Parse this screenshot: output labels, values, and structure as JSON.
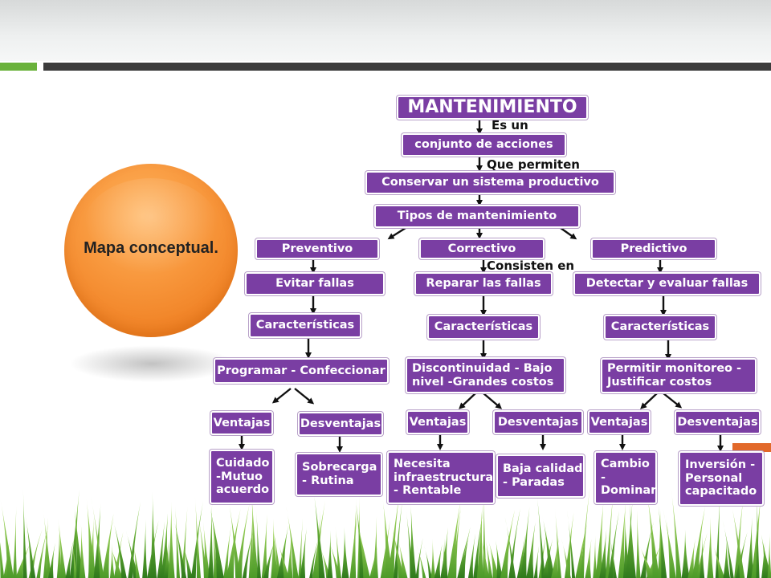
{
  "slide": {
    "side_title": "Mapa conceptual.",
    "colors": {
      "node_fill": "#7a3ea3",
      "accent_green": "#6ab23c",
      "accent_orange": "#e2692a",
      "circle": "#f7953a"
    }
  },
  "map": {
    "root": "MANTENIMIENTO",
    "link1": "Es  un",
    "n_conjunto": "conjunto de acciones",
    "link2": "Que  permiten",
    "n_conservar": "Conservar un sistema productivo",
    "n_tipos": "Tipos de mantenimiento",
    "link3": "Consisten en",
    "preventivo": {
      "type": "Preventivo",
      "purpose": "Evitar fallas",
      "caract": "Características",
      "detail": "Programar - Confeccionar",
      "ventajas": "Ventajas",
      "desventajas": "Desventajas",
      "ventajas_items": "Cuidado\n-Mutuo\nacuerdo",
      "desventajas_items": "Sobrecarga\n- Rutina"
    },
    "correctivo": {
      "type": "Correctivo",
      "purpose": "Reparar las fallas",
      "caract": "Características",
      "detail": "Discontinuidad - Bajo\nnivel -Grandes costos",
      "ventajas": "Ventajas",
      "desventajas": "Desventajas",
      "ventajas_items": "Necesita\ninfraestructura\n- Rentable",
      "desventajas_items": "Baja calidad\n- Paradas"
    },
    "predictivo": {
      "type": "Predictivo",
      "purpose": "Detectar y evaluar fallas",
      "caract": "Características",
      "detail": "Permitir monitoreo -\nJustificar  costos",
      "ventajas": "Ventajas",
      "desventajas": "Desventajas",
      "ventajas_items": "Cambio -\nDominar",
      "desventajas_items": "Inversión -\nPersonal\ncapacitado"
    }
  }
}
